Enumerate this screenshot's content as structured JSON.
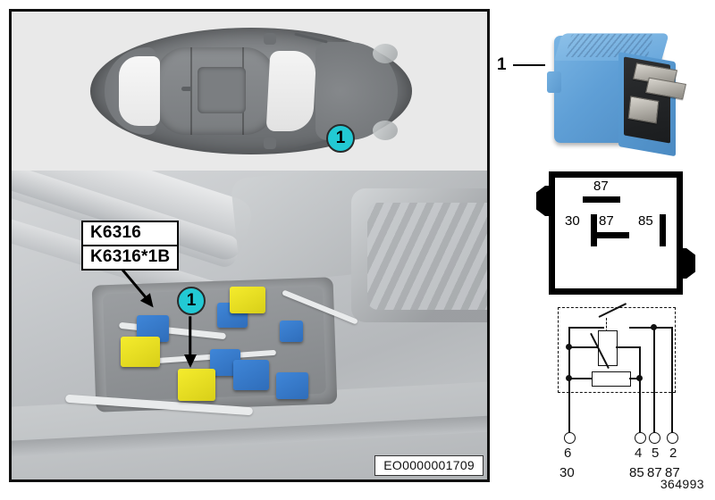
{
  "figure": {
    "part_number_plate": "EO0000001709",
    "figure_id": "364993"
  },
  "callouts": {
    "car_marker": "1",
    "engine_marker": "1",
    "relay_marker": "1"
  },
  "component_label": {
    "line1": "K6316",
    "line2": "K6316*1B"
  },
  "footprint": {
    "pin_top": "87",
    "pin_left": "30",
    "pin_center": "87",
    "pin_right": "85"
  },
  "schematic": {
    "pin_numbers": [
      "6",
      "4",
      "5",
      "2"
    ],
    "pin_designations": [
      "30",
      "85",
      "87",
      "87"
    ]
  },
  "colors": {
    "marker_cyan": "#22c9d4",
    "relay_blue": "#5b9fd4",
    "relay_yellow": "#f2e92b",
    "frame_black": "#111111"
  },
  "icons": {
    "marker": "marker-circle-icon",
    "arrow": "arrow-pointer-icon",
    "coil": "relay-coil-icon",
    "resistor": "resistor-icon",
    "switch": "switch-contact-icon"
  }
}
